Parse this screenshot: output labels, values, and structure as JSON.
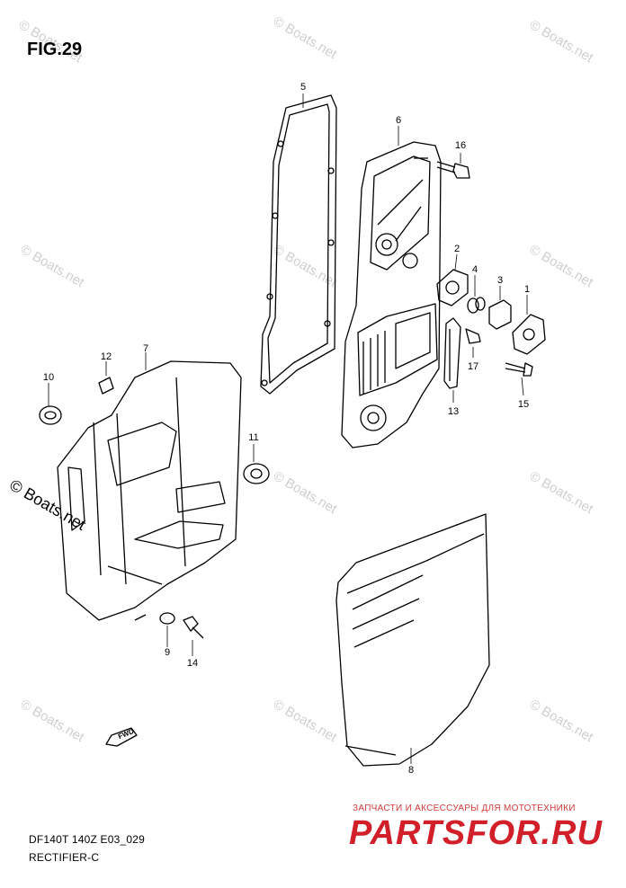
{
  "figure": {
    "title": "FIG.29",
    "model_code": "DF140T 140Z E03_029",
    "section": "RECTIFIER-C"
  },
  "watermark": {
    "text": "© Boats.net"
  },
  "shop_banner": {
    "line": "ЗАПЧАСТИ И АКСЕССУАРЫ ДЛЯ МОТОТЕХНИКИ",
    "logo": "PARTSFOR.RU"
  },
  "direction_badge": "FWD",
  "callouts": {
    "c1": "1",
    "c2": "2",
    "c3": "3",
    "c4": "4",
    "c5": "5",
    "c6": "6",
    "c7": "7",
    "c8": "8",
    "c9": "9",
    "c10": "10",
    "c11": "11",
    "c12": "12",
    "c13": "13",
    "c14": "14",
    "c15": "15",
    "c16": "16",
    "c17": "17"
  },
  "colors": {
    "line": "#000000",
    "watermark": "#cfcfcf",
    "shop": "#d2202a"
  }
}
